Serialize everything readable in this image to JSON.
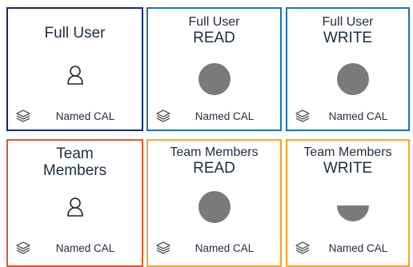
{
  "colors": {
    "full_user_border": "#1c2a60",
    "access_border": "#1c73b9",
    "team_members_border": "#e2572b",
    "team_access_border": "#f5a623",
    "icon_gray": "#7a7a7a"
  },
  "tiles": [
    {
      "title_lines": [
        "Full User"
      ],
      "icon": "user-outline-icon",
      "footer_icon": "layers-icon",
      "footer_label": "Named CAL"
    },
    {
      "title_lines": [
        "Full User",
        "READ"
      ],
      "icon": "circle-icon",
      "footer_icon": "layers-icon",
      "footer_label": "Named CAL"
    },
    {
      "title_lines": [
        "Full User",
        "WRITE"
      ],
      "icon": "circle-icon",
      "footer_icon": "layers-icon",
      "footer_label": "Named CAL"
    },
    {
      "title_lines": [
        "Team",
        "Members"
      ],
      "icon": "user-outline-icon",
      "footer_icon": "layers-icon",
      "footer_label": "Named CAL"
    },
    {
      "title_lines": [
        "Team Members",
        "READ"
      ],
      "icon": "circle-icon",
      "footer_icon": "layers-icon",
      "footer_label": "Named CAL"
    },
    {
      "title_lines": [
        "Team Members",
        "WRITE"
      ],
      "icon": "half-circle-icon",
      "footer_icon": "layers-icon",
      "footer_label": "Named CAL"
    }
  ]
}
